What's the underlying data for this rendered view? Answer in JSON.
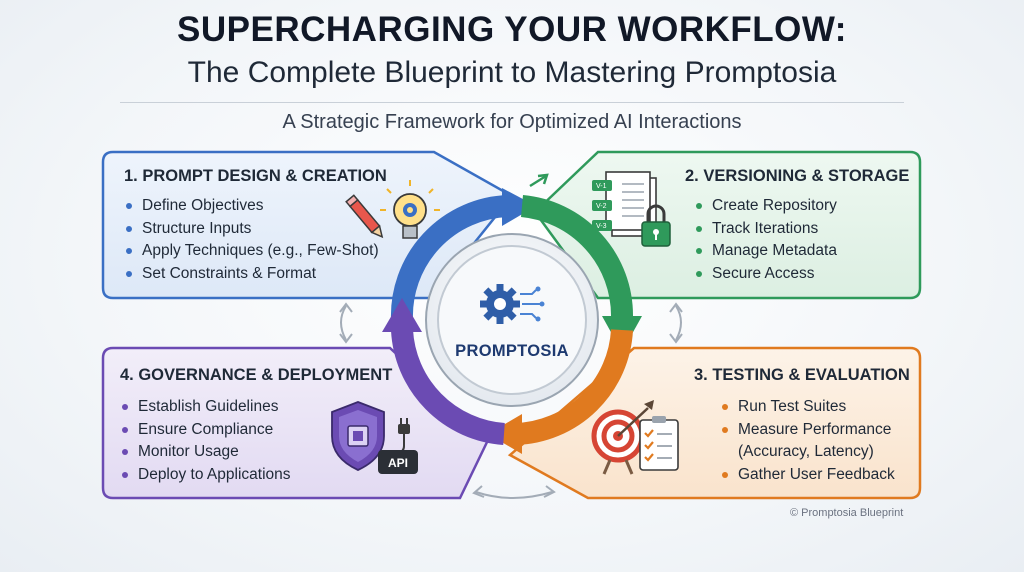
{
  "title_line1": "SUPERCHARGING YOUR WORKFLOW:",
  "title_line2": "The Complete Blueprint to Mastering Promptosia",
  "subtitle": "A Strategic Framework for Optimized AI Interactions",
  "center_label": "PROMPTOSIA",
  "colors": {
    "blue": "#3a6fc4",
    "green": "#2f9a5b",
    "orange": "#e07a1f",
    "purple": "#6b4bb3"
  },
  "panels": [
    {
      "title": "1. PROMPT DESIGN & CREATION",
      "items": [
        "Define Objectives",
        "Structure Inputs",
        "Apply Techniques (e.g., Few-Shot)",
        "Set Constraints & Format"
      ],
      "icon": "pencil-lightbulb-gear-icon"
    },
    {
      "title": "2. VERSIONING & STORAGE",
      "items": [
        "Create Repository",
        "Track Iterations",
        "Manage Metadata",
        "Secure Access"
      ],
      "icon": "versioned-documents-lock-icon",
      "version_tags": [
        "V-1",
        "V-2",
        "V-3"
      ]
    },
    {
      "title": "3. TESTING & EVALUATION",
      "items": [
        "Run Test Suites",
        "Measure Performance",
        "(Accuracy, Latency)",
        "Gather User Feedback"
      ],
      "icon": "target-checklist-icon"
    },
    {
      "title": "4. GOVERNANCE & DEPLOYMENT",
      "items": [
        "Establish Guidelines",
        "Ensure Compliance",
        "Monitor Usage",
        "Deploy to Applications"
      ],
      "icon": "shield-chip-api-icon",
      "icon_label": "API"
    }
  ],
  "copyright": "© Promptosia Blueprint"
}
